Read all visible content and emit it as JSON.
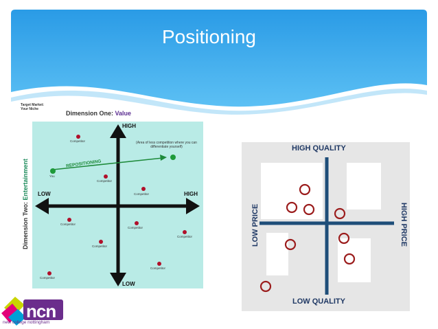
{
  "slide": {
    "title": "Positioning",
    "header_color": "#2b9ee6"
  },
  "left_diagram": {
    "target_market_line1": "Target Market:",
    "target_market_line2": "Your Niche",
    "dimension_one_prefix": "Dimension One: ",
    "dimension_one_value": "Value",
    "dimension_two_prefix": "Dimension Two: ",
    "dimension_two_value": "Entertainment",
    "axis_top": "HIGH",
    "axis_bottom": "LOW",
    "axis_left": "LOW",
    "axis_right": "HIGH",
    "repositioning_label": "REPOSITIONING",
    "you_label": "You",
    "note_text": "(Area of less competition where you can differentiate yourself)",
    "competitor_label": "Competitor",
    "panel_color": "#b9ebe6"
  },
  "right_diagram": {
    "top_label": "HIGH QUALITY",
    "bottom_label": "LOW QUALITY",
    "left_label": "LOW PRICE",
    "right_label": "HIGH PRICE",
    "axis_color": "#1f4e79",
    "marker_color": "#9b1c1c"
  },
  "logo": {
    "text": "ncn",
    "subtitle": "new college nottingham"
  }
}
